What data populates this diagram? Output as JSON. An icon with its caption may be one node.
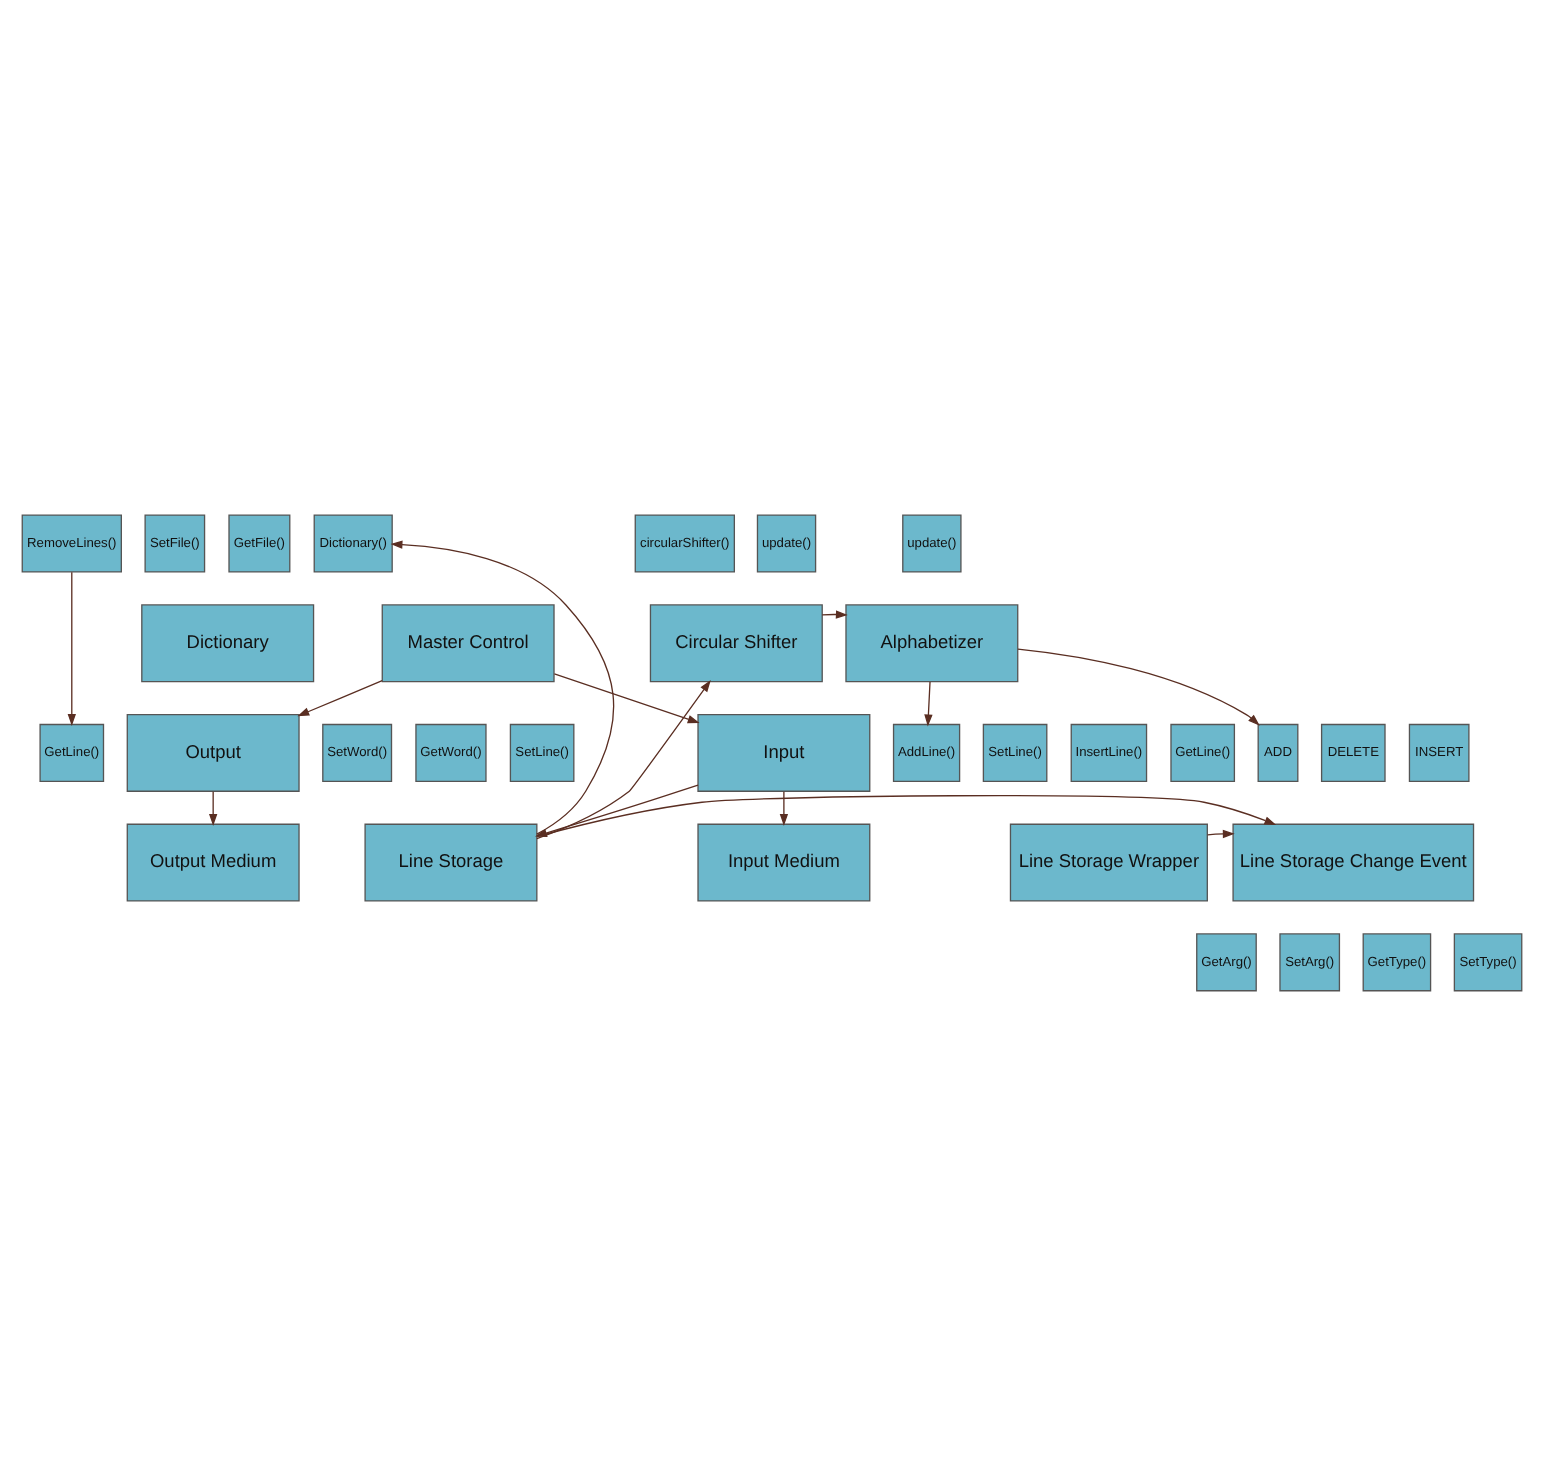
{
  "diagram": {
    "nodes": [
      {
        "text": [
          "Master Control"
        ]
      },
      {
        "text": [
          "Input"
        ]
      },
      {
        "text": [
          "Output"
        ]
      },
      {
        "text": [
          "RemoveLines()"
        ]
      },
      {
        "text": [
          "SetFile()"
        ]
      },
      {
        "text": [
          "GetFile()"
        ]
      },
      {
        "text": [
          "Dictionary()"
        ]
      },
      {
        "text": [
          "update()"
        ]
      },
      {
        "text": [
          "circularShifter()"
        ]
      },
      {
        "text": [
          "update()"
        ]
      },
      {
        "text": [
          "Dictionary"
        ]
      },
      {
        "text": [
          "Circular Shifter"
        ]
      },
      {
        "text": [
          "Alphabetizer"
        ]
      },
      {
        "text": [
          "GetWord()"
        ]
      },
      {
        "text": [
          "SetWord()"
        ]
      },
      {
        "text": [
          "GetLine()"
        ]
      },
      {
        "text": [
          "SetLine()"
        ]
      },
      {
        "text": [
          "ADD"
        ]
      },
      {
        "text": [
          "DELETE"
        ]
      },
      {
        "text": [
          "INSERT"
        ]
      },
      {
        "text": [
          "InsertLine()"
        ]
      },
      {
        "text": [
          "AddLine()"
        ]
      },
      {
        "text": [
          "GetLine()"
        ]
      },
      {
        "text": [
          "SetLine()"
        ]
      },
      {
        "text": [
          "Line Storage"
        ]
      },
      {
        "text": [
          "Line Storage Change Event"
        ]
      },
      {
        "text": [
          "Line Storage Wrapper"
        ]
      },
      {
        "text": [
          "GetArg()"
        ]
      },
      {
        "text": [
          "SetArg()"
        ]
      },
      {
        "text": [
          "GetType()"
        ]
      },
      {
        "text": [
          "SetType()"
        ]
      },
      {
        "text": [
          "Input Medium"
        ]
      },
      {
        "text": [
          "Output Medium"
        ]
      }
    ],
    "edges": [
      {
        "from": 0,
        "to": 1,
        "arrow": "to"
      },
      {
        "from": 0,
        "to": 2,
        "arrow": "to"
      },
      {
        "from": 1,
        "to": 31,
        "arrow": "to"
      },
      {
        "from": 1,
        "to": 24,
        "arrow": "to"
      },
      {
        "from": 3,
        "to": 15,
        "arrow": "to"
      },
      {
        "from": 24,
        "to": 6,
        "arrow": "to"
      },
      {
        "from": 24,
        "to": 11,
        "arrow": "to"
      },
      {
        "from": 24,
        "to": 25,
        "arrow": "to"
      },
      {
        "from": 11,
        "to": 12,
        "arrow": "to"
      },
      {
        "from": 12,
        "to": 17,
        "arrow": "to"
      },
      {
        "from": 12,
        "to": 21,
        "arrow": "to"
      },
      {
        "from": 26,
        "to": 25,
        "arrow": "to"
      },
      {
        "from": 2,
        "to": 32,
        "arrow": "to"
      }
    ]
  }
}
